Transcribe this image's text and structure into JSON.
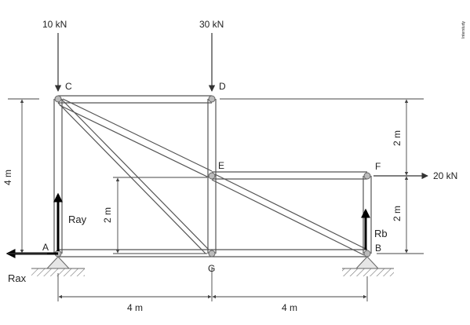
{
  "watermark": "Interstudy",
  "nodes": {
    "A": "A",
    "B": "B",
    "C": "C",
    "D": "D",
    "E": "E",
    "F": "F",
    "G": "G"
  },
  "loads": {
    "c_load": "10 kN",
    "d_load": "30 kN",
    "f_load": "20 kN"
  },
  "reactions": {
    "ay": "Ray",
    "ax": "Rax",
    "b": "Rb"
  },
  "dimensions": {
    "left_height": "4 m",
    "right_upper": "2 m",
    "right_lower": "2 m",
    "inner_height": "2 m",
    "span_left": "4 m",
    "span_right": "4 m"
  },
  "colors": {
    "member": "#555555",
    "dimension": "#444444",
    "reaction": "#000000",
    "joint": "#888888"
  }
}
